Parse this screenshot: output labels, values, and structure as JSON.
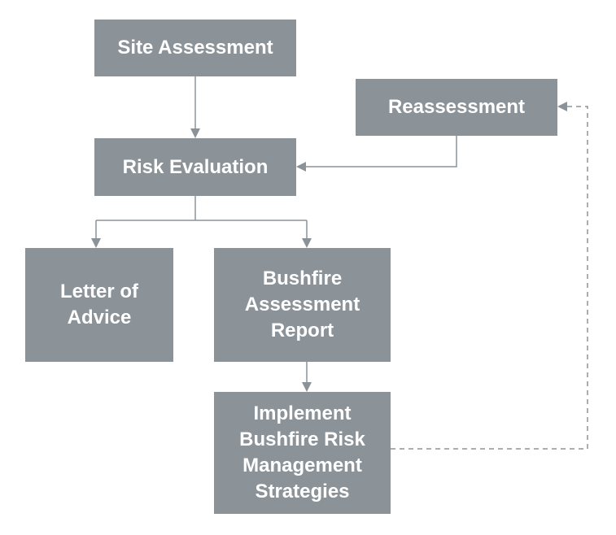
{
  "diagram": {
    "nodes": {
      "site_assessment": "Site Assessment",
      "reassessment": "Reassessment",
      "risk_evaluation": "Risk Evaluation",
      "letter_of_advice": "Letter of\nAdvice",
      "bushfire_assessment_report": "Bushfire\nAssessment\nReport",
      "implement_strategies": "Implement\nBushfire Risk\nManagement\nStrategies"
    },
    "edges": [
      {
        "from": "Site Assessment",
        "to": "Risk Evaluation",
        "style": "solid"
      },
      {
        "from": "Reassessment",
        "to": "Risk Evaluation",
        "style": "solid"
      },
      {
        "from": "Risk Evaluation",
        "to": "Letter of Advice",
        "style": "solid"
      },
      {
        "from": "Risk Evaluation",
        "to": "Bushfire Assessment Report",
        "style": "solid"
      },
      {
        "from": "Bushfire Assessment Report",
        "to": "Implement Bushfire Risk Management Strategies",
        "style": "solid"
      },
      {
        "from": "Implement Bushfire Risk Management Strategies",
        "to": "Reassessment",
        "style": "dashed"
      }
    ],
    "colors": {
      "box_fill": "#8c9398",
      "box_text": "#ffffff",
      "connector": "#8c9398",
      "background": "#ffffff"
    }
  }
}
